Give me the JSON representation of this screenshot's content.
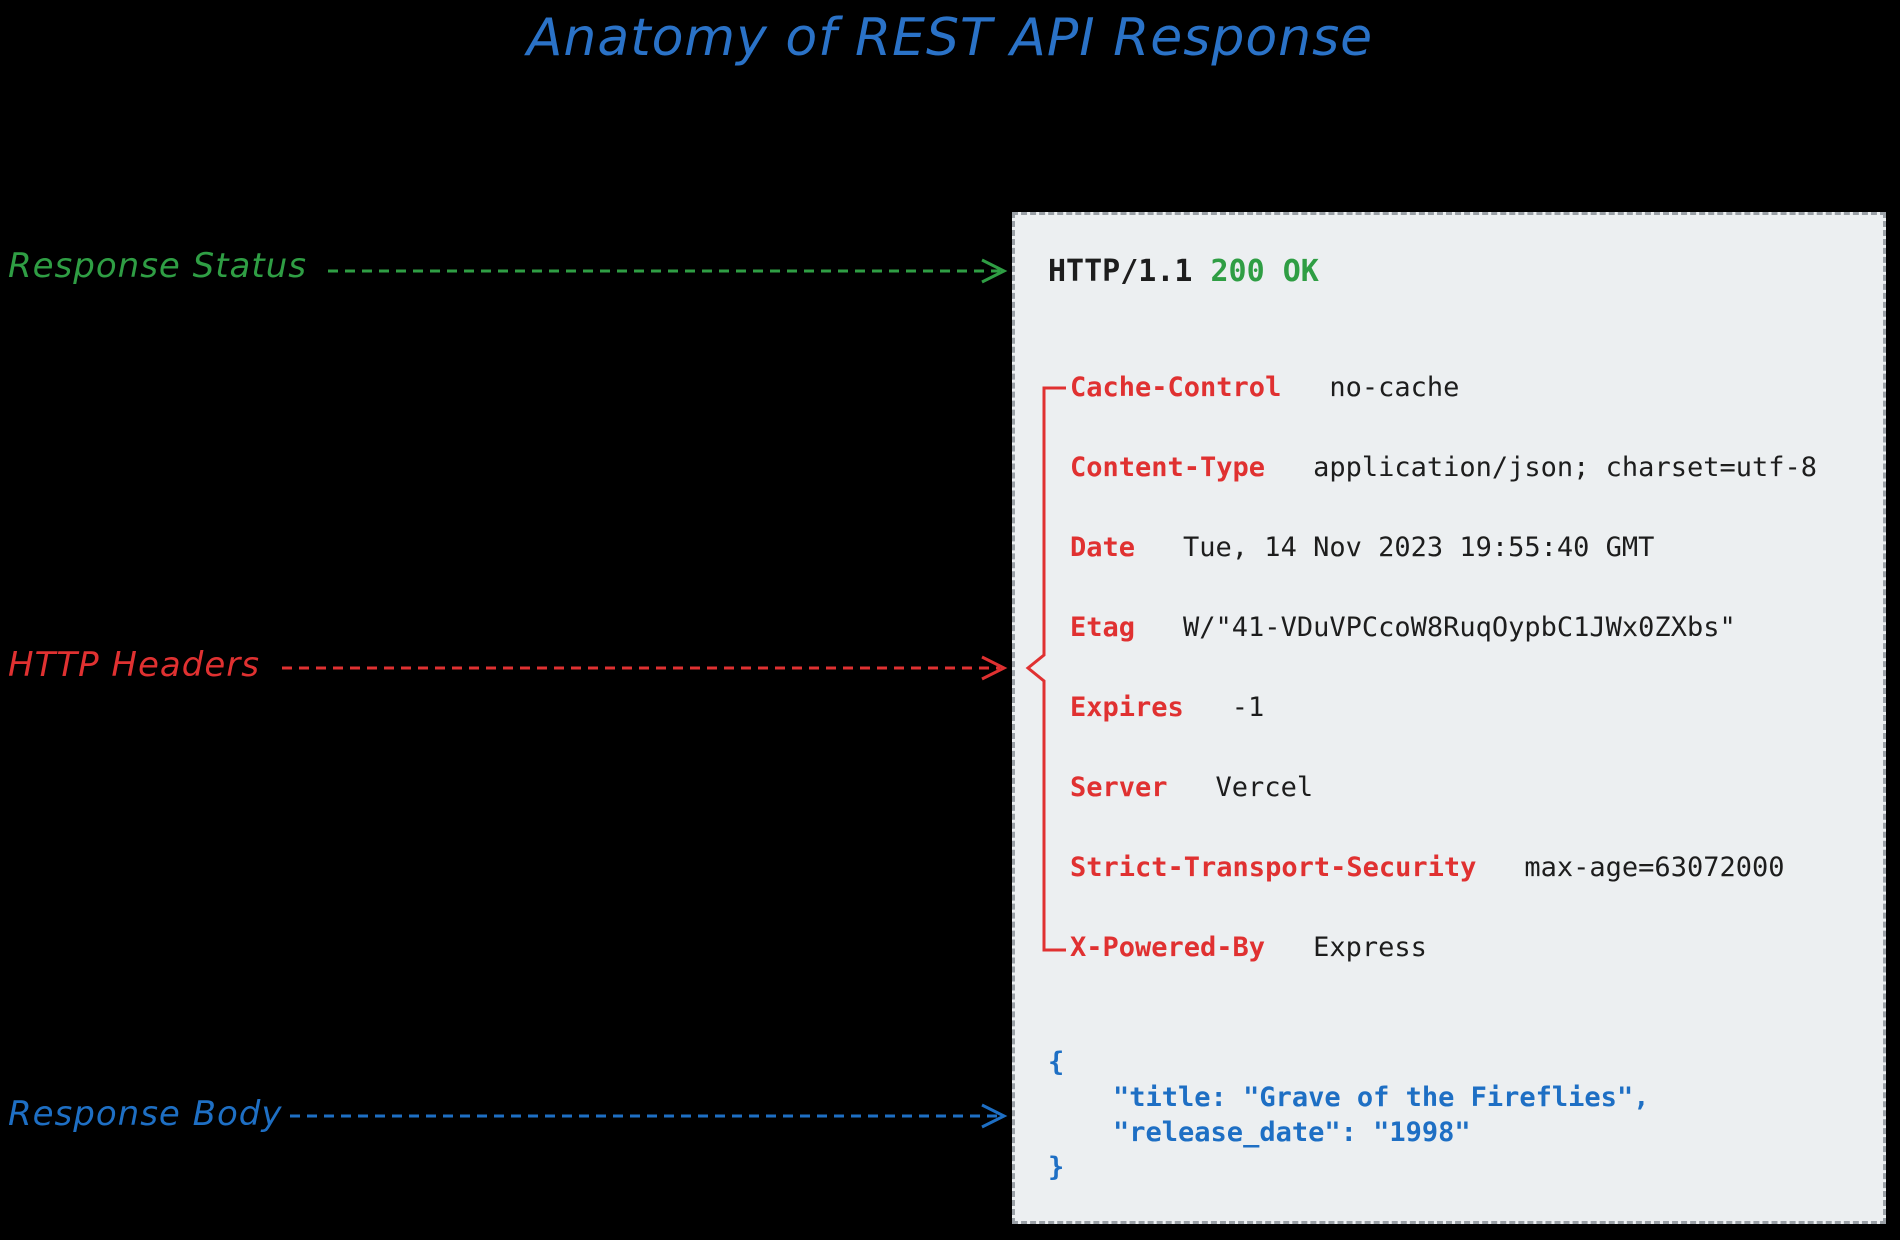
{
  "title": "Anatomy of REST API Response",
  "colors": {
    "status": "#2f9e44",
    "headers": "#e03131",
    "body": "#1e6fc4",
    "title": "#2a72c7"
  },
  "callouts": {
    "status": "Response Status",
    "headers": "HTTP Headers",
    "body": "Response Body"
  },
  "status_line": {
    "protocol": "HTTP/1.1",
    "code": "200 OK"
  },
  "headers": [
    {
      "key": "Cache-Control",
      "value": "no-cache"
    },
    {
      "key": "Content-Type",
      "value": "application/json; charset=utf-8"
    },
    {
      "key": "Date",
      "value": "Tue, 14 Nov 2023 19:55:40 GMT"
    },
    {
      "key": "Etag",
      "value": "W/\"41-VDuVPCcoW8RuqOypbC1JWx0ZXbs\""
    },
    {
      "key": "Expires",
      "value": "-1"
    },
    {
      "key": "Server",
      "value": "Vercel"
    },
    {
      "key": "Strict-Transport-Security",
      "value": "max-age=63072000"
    },
    {
      "key": "X-Powered-By",
      "value": "Express"
    }
  ],
  "body": {
    "open": "{",
    "line1": "    \"title: \"Grave of the Fireflies\",",
    "line2": "    \"release_date\": \"1998\"",
    "close": "}"
  }
}
